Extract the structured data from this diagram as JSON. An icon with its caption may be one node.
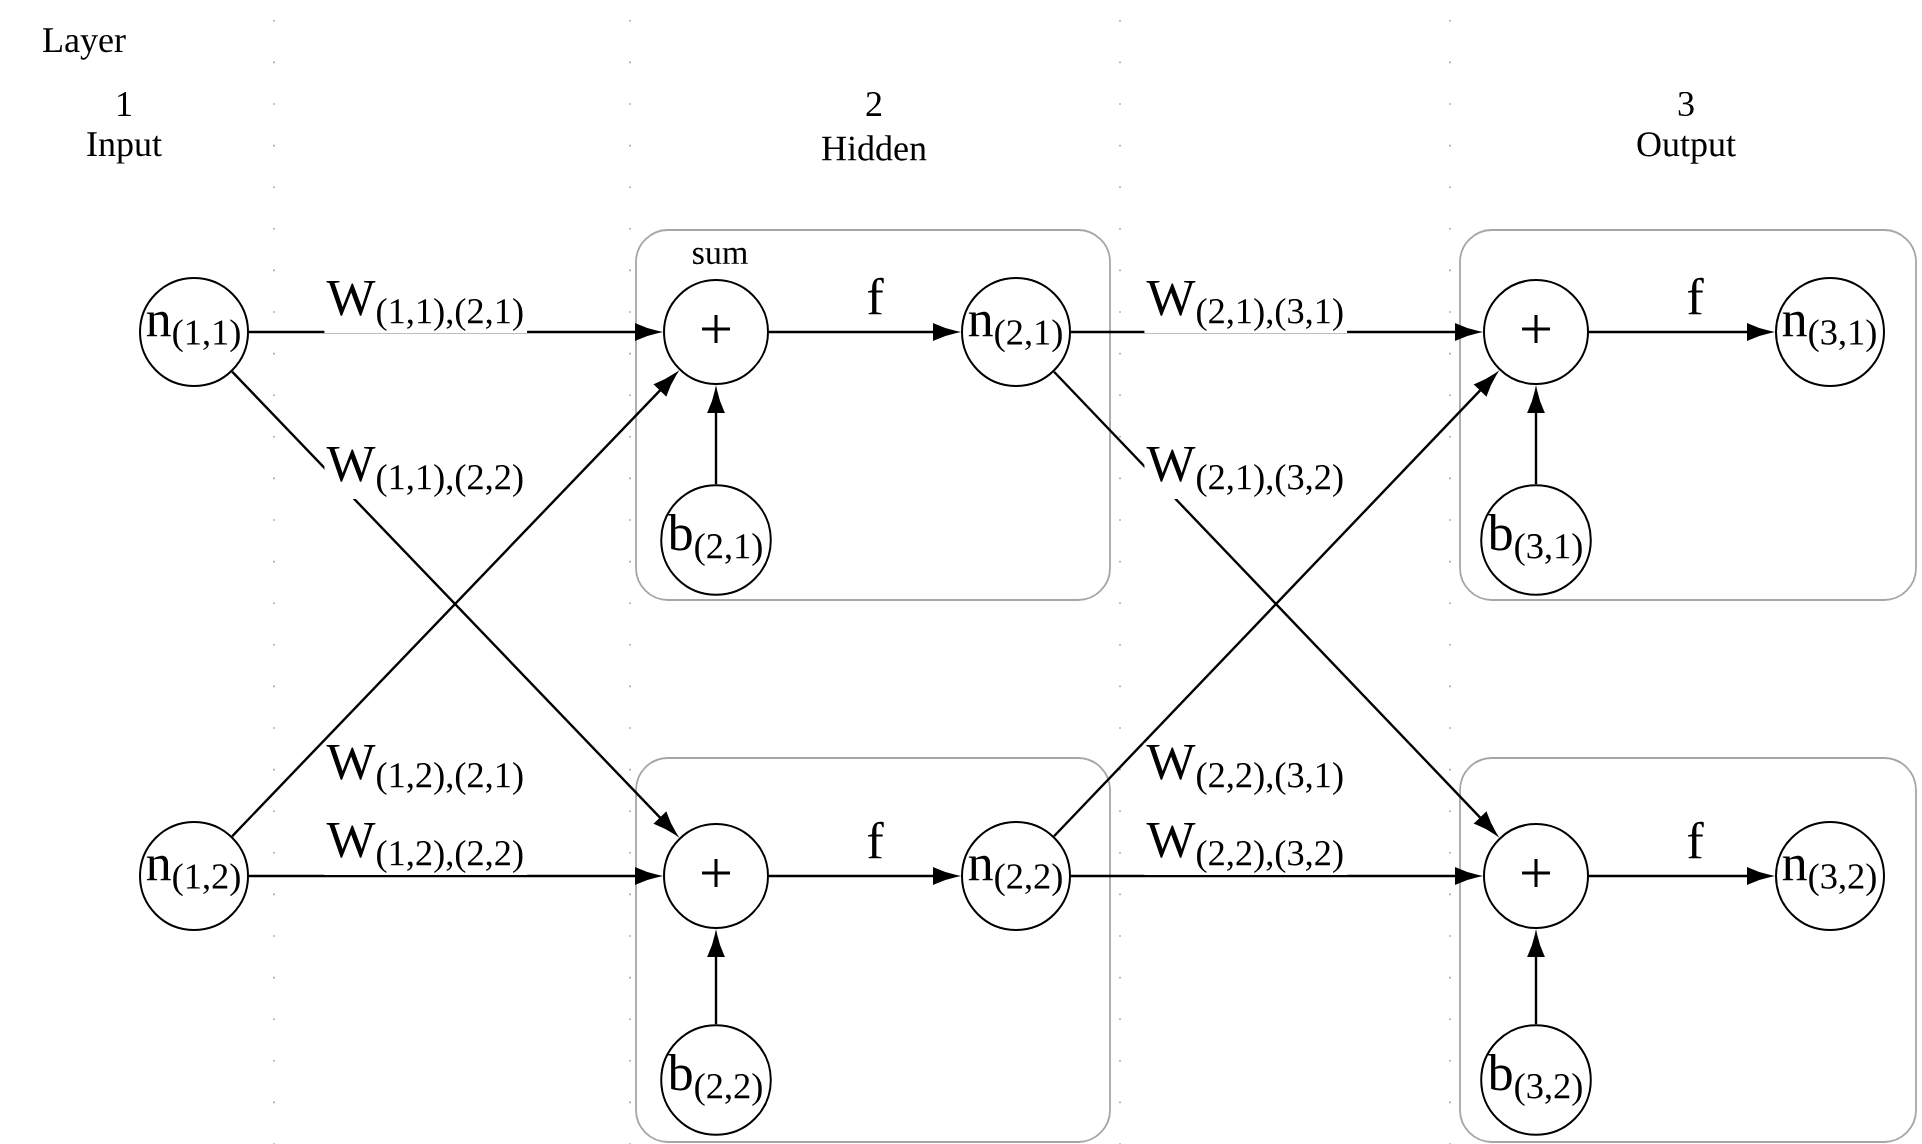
{
  "diagram": {
    "nodes": [
      {
        "text": [
          "n$_{(1,1)}$"
        ]
      },
      {
        "text": [
          "n$_{(1,2)}$"
        ]
      },
      {
        "text": [],
        "shape": "box"
      },
      {
        "text": [
          "+"
        ],
        "in": 2,
        "beside": [
          "sum"
        ]
      },
      {
        "text": [
          "b$_{(2,1)}$"
        ],
        "in": 2
      },
      {
        "text": [
          "n$_{(2,1)}$"
        ],
        "in": 2
      },
      {
        "text": [],
        "shape": "box"
      },
      {
        "text": [
          "+"
        ],
        "in": 6
      },
      {
        "text": [
          "b$_{(2,2)}$"
        ],
        "in": 6
      },
      {
        "text": [
          "n$_{(2,2)}$"
        ],
        "in": 6
      },
      {
        "text": [],
        "shape": "box"
      },
      {
        "text": [
          "+"
        ],
        "in": 10
      },
      {
        "text": [
          "b$_{(3,1)}$"
        ],
        "in": 10
      },
      {
        "text": [
          "n$_{(3,1)}$"
        ],
        "in": 10
      },
      {
        "text": [],
        "shape": "box"
      },
      {
        "text": [
          "+"
        ],
        "in": 14
      },
      {
        "text": [
          "b$_{(3,2)}$"
        ],
        "in": 14
      },
      {
        "text": [
          "n$_{(3,2)}$"
        ],
        "in": 14
      }
    ],
    "edges": [
      {
        "from": 0,
        "to": 3,
        "arrow": "to",
        "label": "W$_{(1,1),(2,1)}$"
      },
      {
        "from": 0,
        "to": 7,
        "arrow": "to",
        "label": "W$_{(1,1),(2,2)}$"
      },
      {
        "from": 1,
        "to": 3,
        "arrow": "to",
        "label": "W$_{(1,2),(2,1)}$"
      },
      {
        "from": 1,
        "to": 7,
        "arrow": "to",
        "label": "W$_{(1,2),(2,2)}$"
      },
      {
        "from": 4,
        "to": 3,
        "arrow": "to"
      },
      {
        "from": 3,
        "to": 5,
        "arrow": "to",
        "label": "f"
      },
      {
        "from": 8,
        "to": 7,
        "arrow": "to"
      },
      {
        "from": 7,
        "to": 9,
        "arrow": "to",
        "label": "f"
      },
      {
        "from": 5,
        "to": 11,
        "arrow": "to",
        "label": "W$_{(2,1),(3,1)}$"
      },
      {
        "from": 5,
        "to": 15,
        "arrow": "to",
        "label": "W$_{(2,1),(3,2)}$"
      },
      {
        "from": 9,
        "to": 11,
        "arrow": "to",
        "label": "W$_{(2,2),(3,1)}$"
      },
      {
        "from": 9,
        "to": 15,
        "arrow": "to",
        "label": "W$_{(2,2),(3,2)}$"
      },
      {
        "from": 12,
        "to": 11,
        "arrow": "to"
      },
      {
        "from": 11,
        "to": 13,
        "arrow": "to",
        "label": "f"
      },
      {
        "from": 16,
        "to": 15,
        "arrow": "to"
      },
      {
        "from": 15,
        "to": 17,
        "arrow": "to",
        "label": "f"
      }
    ],
    "labels": [
      "Layer",
      "1",
      "Input",
      "2",
      "Hidden",
      "3",
      "Output"
    ]
  }
}
